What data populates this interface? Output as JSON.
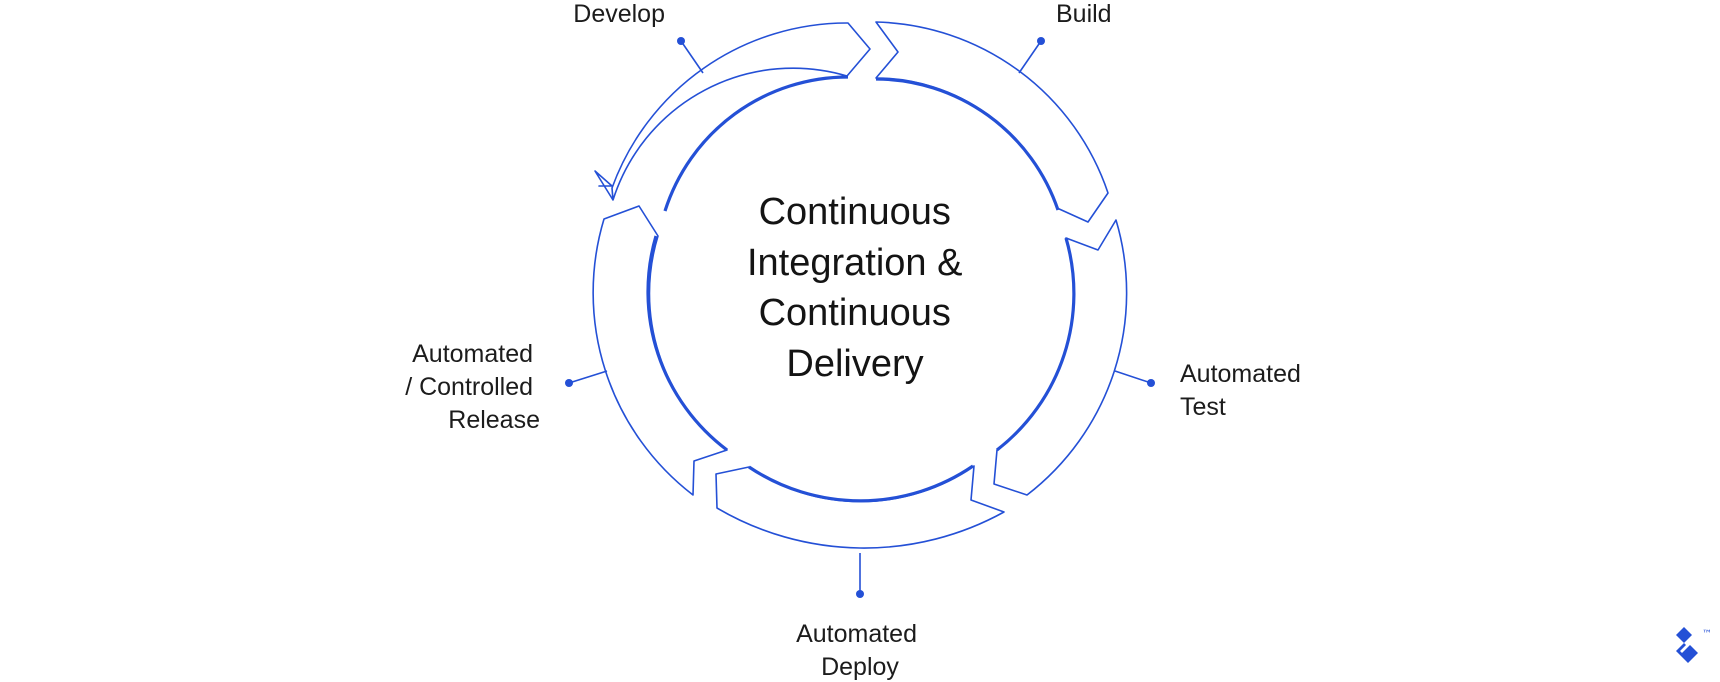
{
  "center_title": [
    "Continuous",
    "Integration &",
    "Continuous",
    "Delivery"
  ],
  "stages": [
    {
      "id": "develop",
      "lines": [
        "Develop"
      ]
    },
    {
      "id": "build",
      "lines": [
        "Build"
      ]
    },
    {
      "id": "test",
      "lines": [
        "Automated",
        "Test"
      ]
    },
    {
      "id": "deploy",
      "lines": [
        "Automated",
        "Deploy"
      ]
    },
    {
      "id": "release",
      "lines": [
        "Automated",
        "/ Controlled",
        "Release"
      ]
    }
  ],
  "logo": {
    "trademark": "™",
    "icon": "toptal-logo-icon"
  },
  "colors": {
    "accent": "#2450d6",
    "text": "#1c1c1c"
  }
}
